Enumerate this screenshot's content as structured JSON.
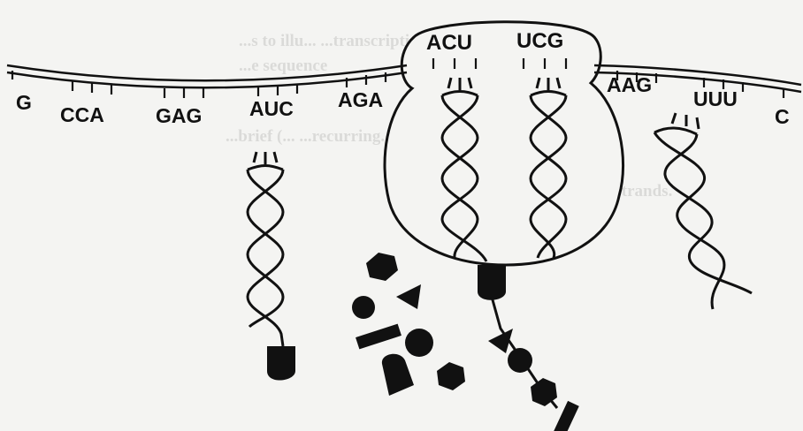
{
  "mrna": {
    "codons": [
      {
        "text": "G"
      },
      {
        "text": "CCA"
      },
      {
        "text": "GAG"
      },
      {
        "text": "AUC"
      },
      {
        "text": "AGA"
      },
      {
        "text": "AAG"
      },
      {
        "text": "UUU"
      },
      {
        "text": "C"
      }
    ]
  },
  "ribosome": {
    "codons": [
      {
        "text": "ACU"
      },
      {
        "text": "UCG"
      }
    ]
  },
  "background_text": {
    "lines": [
      "...s to illu...                    ...transcription",
      "                              ...e sequence",
      "...brief (...                ...recurring.",
      "...NA strands."
    ]
  },
  "colors": {
    "ink": "#111111",
    "paper": "#f4f4f2"
  }
}
